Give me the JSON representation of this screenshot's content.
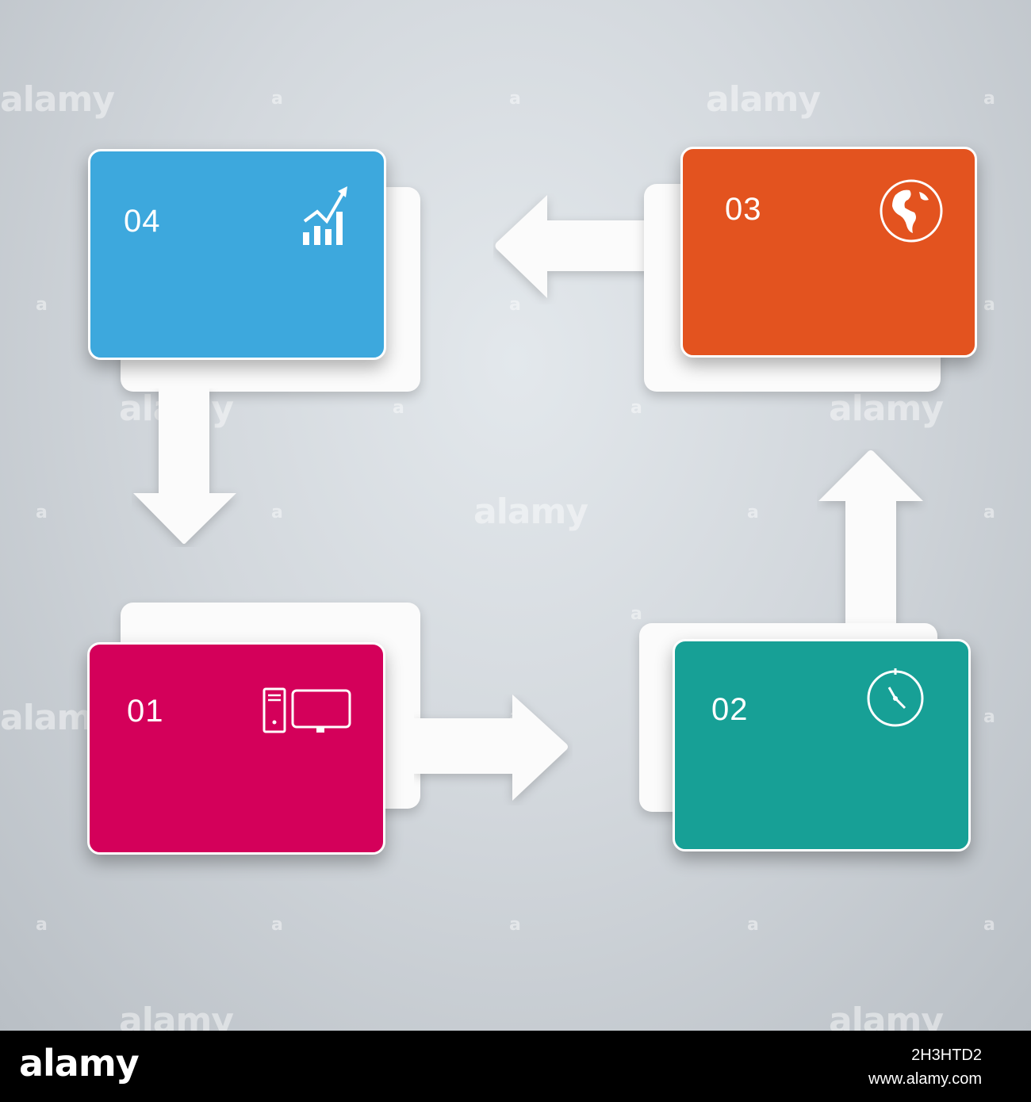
{
  "colors": {
    "step1": "#d4005a",
    "step2": "#17a096",
    "step3": "#e3531f",
    "step4": "#3da8dd"
  },
  "watermark": {
    "text": "alamy",
    "mark": "a"
  },
  "steps": [
    {
      "number": "01",
      "icon": "desktop-computer-icon"
    },
    {
      "number": "02",
      "icon": "clock-icon"
    },
    {
      "number": "03",
      "icon": "globe-icon"
    },
    {
      "number": "04",
      "icon": "growth-chart-icon"
    }
  ],
  "footer": {
    "brand": "alamy",
    "image_id": "2H3HTD2",
    "site": "www.alamy.com"
  }
}
